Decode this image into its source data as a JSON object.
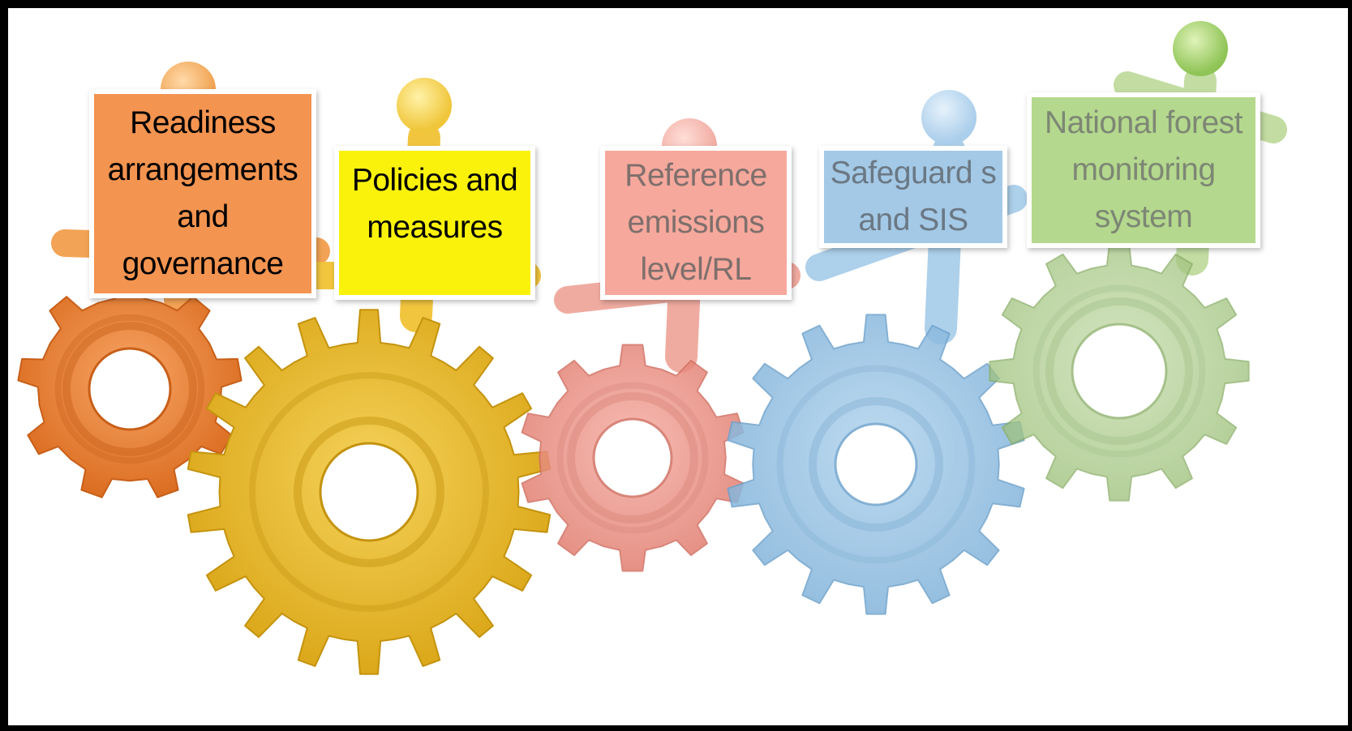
{
  "labels": {
    "readiness": "Readiness arrangements and governance",
    "policies": "Policies and measures",
    "reference": "Reference emissions level/RL",
    "safeguards": "Safeguard s and SIS",
    "nfms": "National forest monitoring system"
  },
  "colors": {
    "readiness_box": "#f39450",
    "policies_box": "#fbf20c",
    "reference_box": "#f6a89c",
    "safeguards_box": "#a3c9e6",
    "nfms_box": "#b4d88d",
    "gear_orange": "#e87a2a",
    "gear_yellow": "#e6b521",
    "gear_red": "#e98c80",
    "gear_blue": "#8ebde0",
    "gear_green": "#a9c98a"
  },
  "icons": [
    "gear-icon",
    "person-figure-icon"
  ]
}
